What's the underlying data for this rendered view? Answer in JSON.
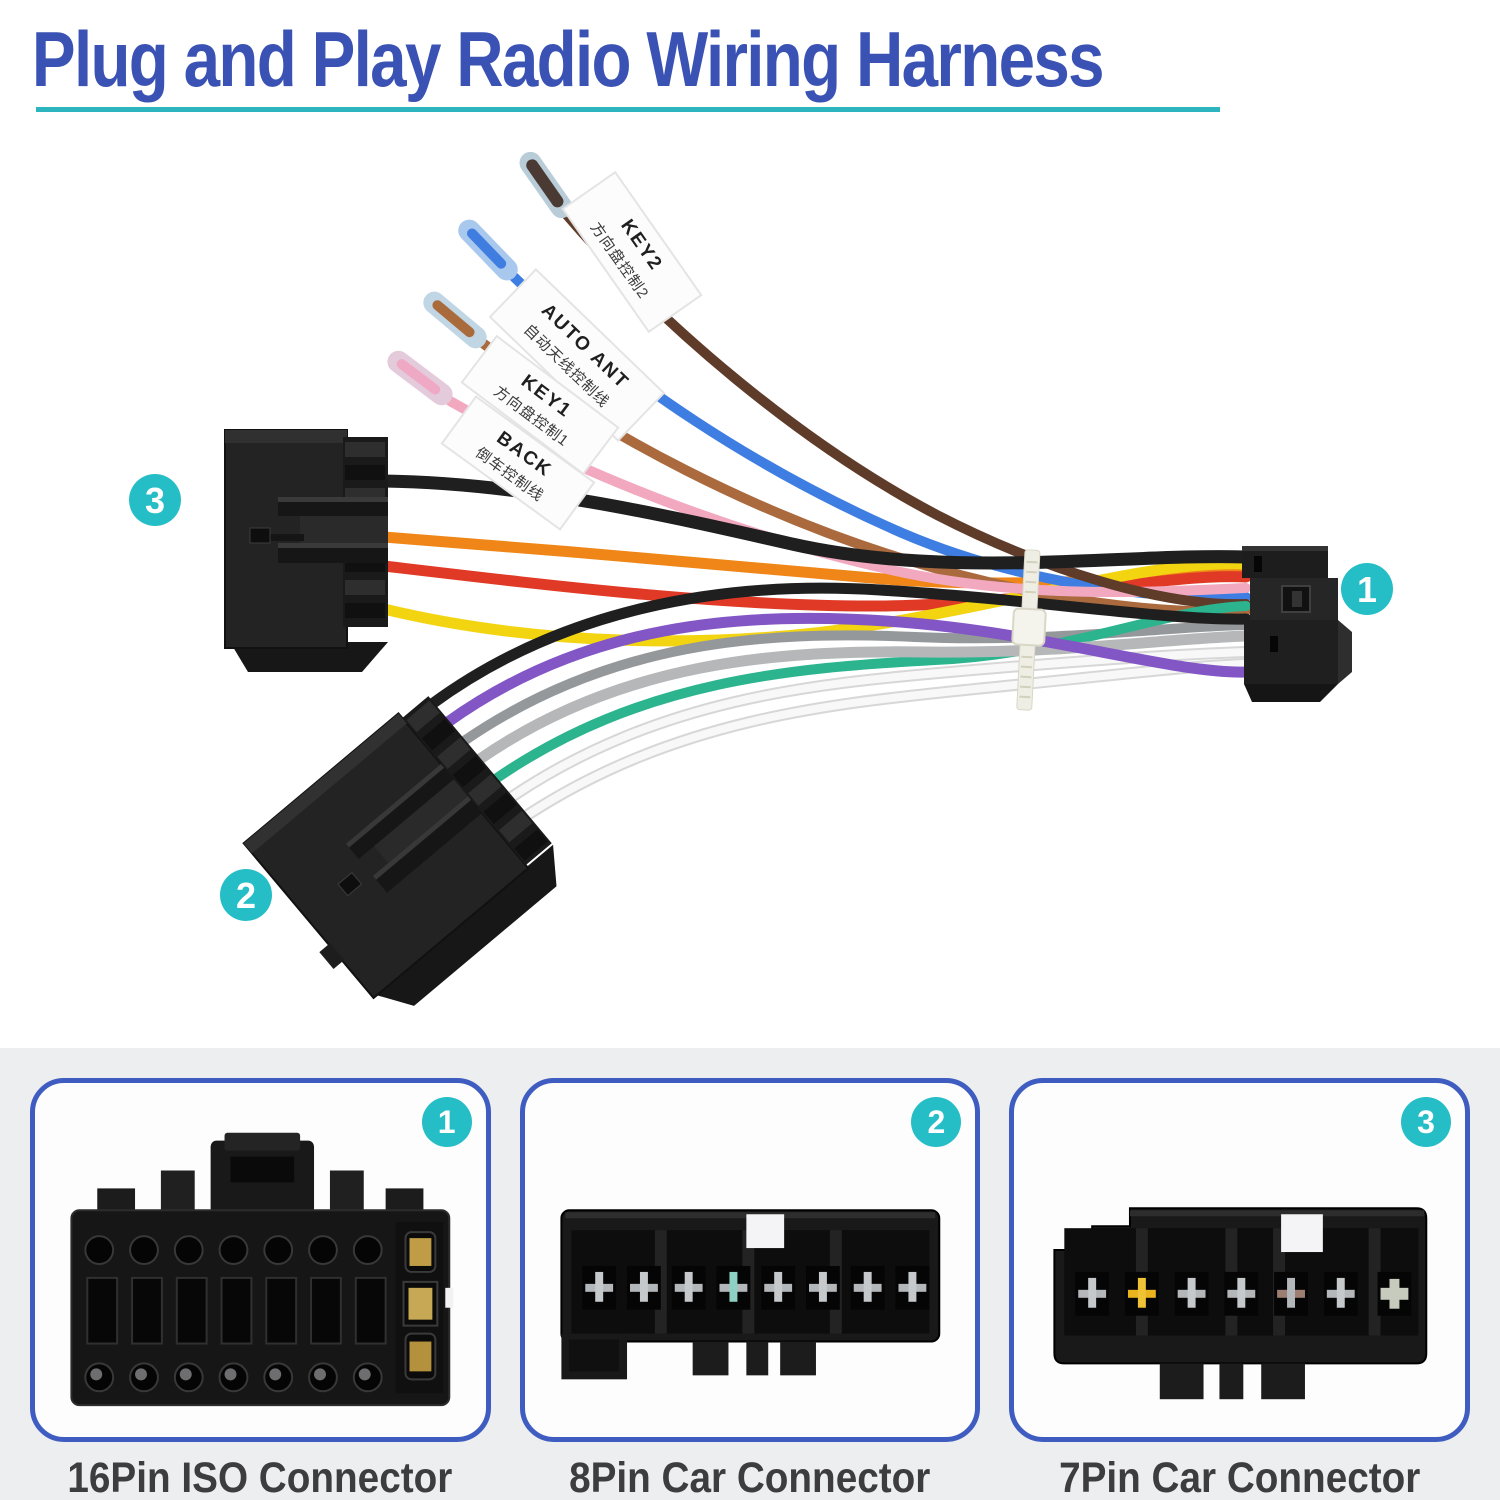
{
  "header": {
    "title": "Plug and Play Radio Wiring Harness"
  },
  "main_photo": {
    "badges": {
      "connector1": "1",
      "connector2": "2",
      "connector3": "3"
    },
    "wire_tags": [
      {
        "en": "KEY2",
        "zh": "方向盘控制2"
      },
      {
        "en": "AUTO ANT",
        "zh": "自动天线控制线"
      },
      {
        "en": "KEY1",
        "zh": "方向盘控制1"
      },
      {
        "en": "BACK",
        "zh": "倒车控制线"
      }
    ]
  },
  "panels": [
    {
      "badge": "1",
      "caption": "16Pin ISO Connector"
    },
    {
      "badge": "2",
      "caption": "8Pin Car Connector"
    },
    {
      "badge": "3",
      "caption": "7Pin Car Connector"
    }
  ],
  "colors": {
    "title_blue": "#3a52b4",
    "accent_teal": "#2cb5bf",
    "badge_teal": "#25bec7",
    "panel_border_blue": "#3f5cc0",
    "bottom_background": "#edeef0",
    "caption_text": "#3d3d40",
    "wires": {
      "black": "#1f1f1f",
      "orange": "#ef8617",
      "red": "#e03a26",
      "yellow": "#f2d410",
      "brown_dark": "#5f3b2a",
      "brown": "#aa6a3e",
      "blue": "#3e7ee2",
      "pink": "#f2a9c0",
      "gray": "#b5b7b9",
      "gray_dark": "#95989a",
      "purple": "#8356c5",
      "green": "#2cb48f",
      "white": "#f6f6f6"
    }
  }
}
